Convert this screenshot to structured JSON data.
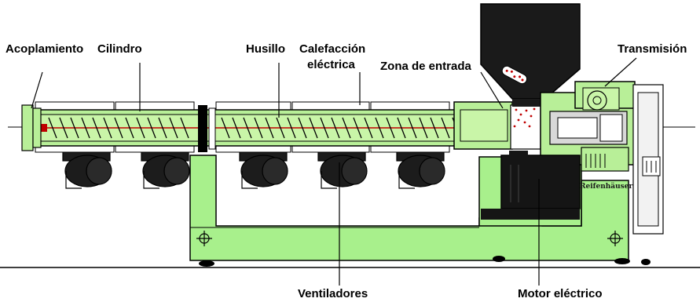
{
  "labels": {
    "acoplamiento": "Acoplamiento",
    "cilindro": "Cilindro",
    "husillo": "Husillo",
    "calefaccion_line1": "Calefacción",
    "calefaccion_line2": "eléctrica",
    "zona_entrada": "Zona de entrada",
    "transmision": "Transmisión",
    "ventiladores": "Ventiladores",
    "motor_electrico": "Motor eléctrico"
  },
  "brand_plate": "Reifenhäuser",
  "colors": {
    "frame_green": "#a8f08c",
    "heater_green": "#c9f5a8",
    "barrel_green": "#b8ef98",
    "outline": "#000000",
    "hopper_black": "#1a1a1a",
    "motor_black": "#151515",
    "melt_red": "#c00000",
    "gray": "#d8d8d8"
  }
}
